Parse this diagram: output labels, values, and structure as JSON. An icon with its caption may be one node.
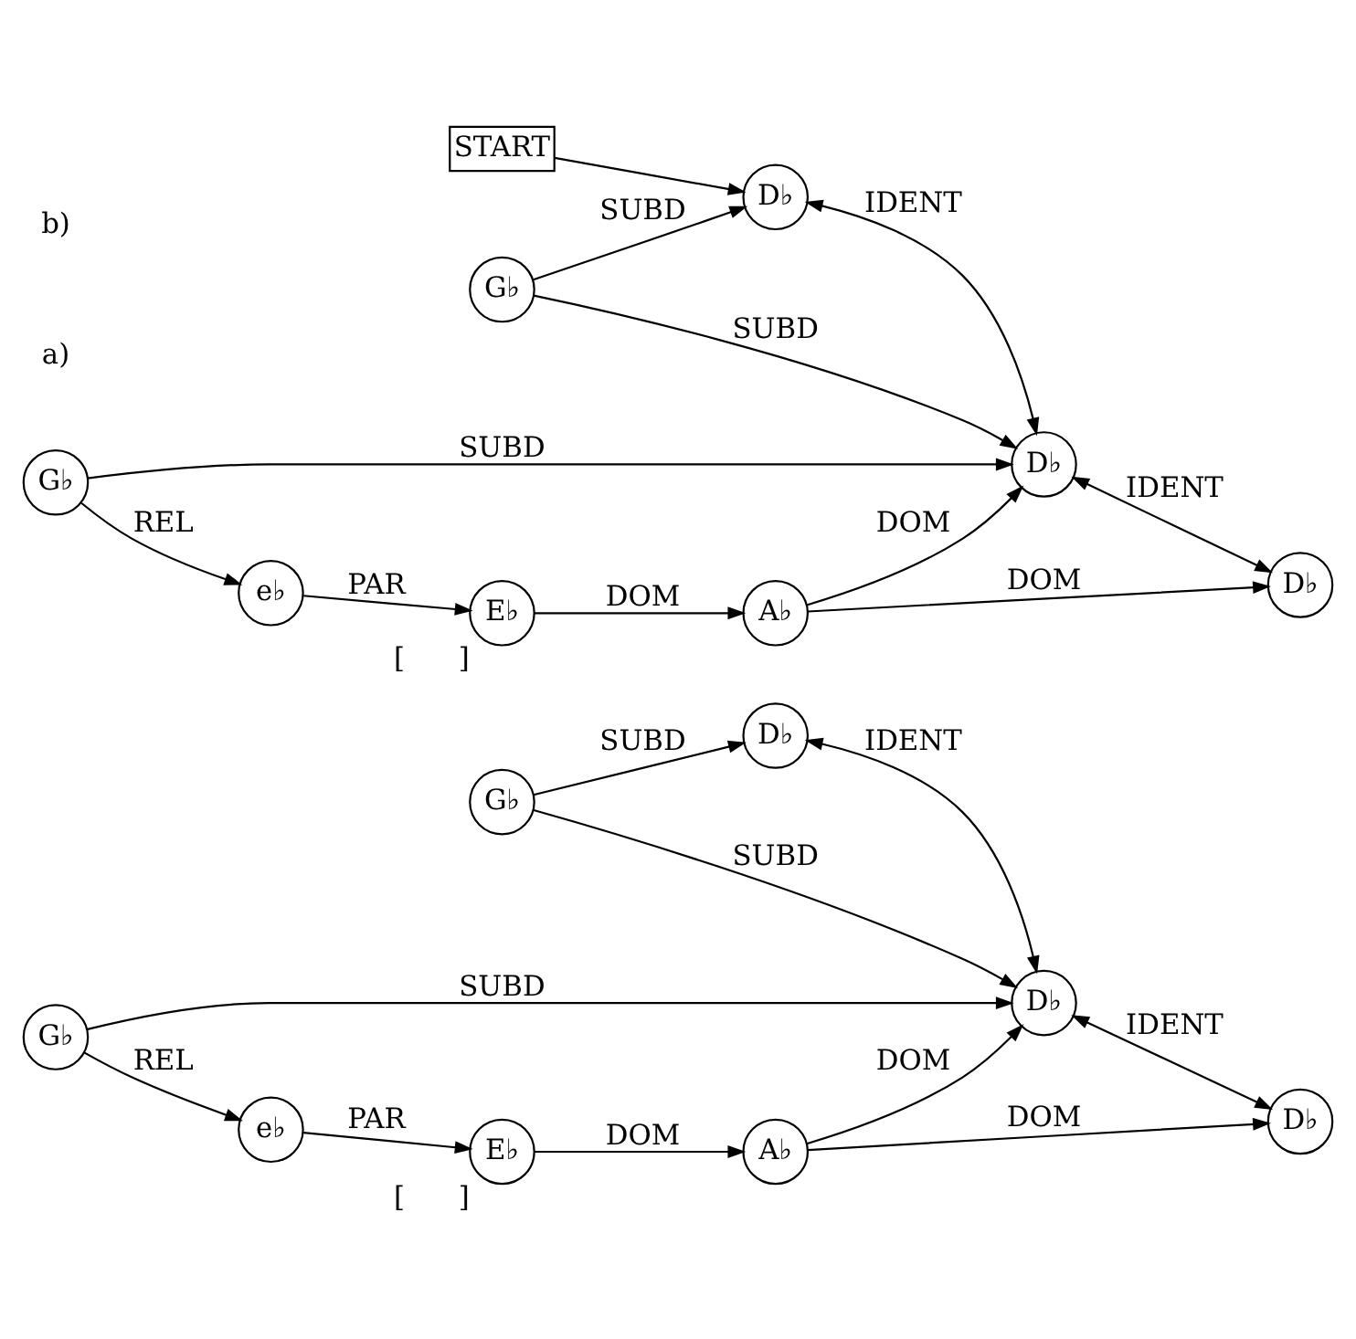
{
  "diagram": {
    "nodes": [
      {
        "text": [
          "D♭"
        ]
      },
      {
        "text": [
          "G♭"
        ]
      },
      {
        "text": [
          "D♭"
        ]
      },
      {
        "text": [
          "G♭"
        ]
      },
      {
        "text": [
          "e♭"
        ]
      },
      {
        "text": [
          "E♭"
        ],
        "beside": [
          "[",
          "]"
        ]
      },
      {
        "text": [
          "A♭"
        ]
      },
      {
        "text": [
          "D♭"
        ]
      },
      {
        "text": [
          "START"
        ]
      },
      {
        "text": [
          "D♭"
        ]
      },
      {
        "text": [
          "G♭"
        ]
      },
      {
        "text": [
          "D♭"
        ]
      },
      {
        "text": [
          "G♭"
        ]
      },
      {
        "text": [
          "e♭"
        ]
      },
      {
        "text": [
          "E♭"
        ],
        "beside": [
          "[",
          "]"
        ]
      },
      {
        "text": [
          "A♭"
        ]
      },
      {
        "text": [
          "D♭"
        ]
      }
    ],
    "edges": [
      {
        "from": 0,
        "to": 2,
        "arrow": "both",
        "label": "IDENT"
      },
      {
        "from": 1,
        "to": 0,
        "arrow": "to",
        "label": "SUBD"
      },
      {
        "from": 1,
        "to": 2,
        "arrow": "to",
        "label": "SUBD"
      },
      {
        "from": 2,
        "to": 7,
        "arrow": "both",
        "label": "IDENT"
      },
      {
        "from": 3,
        "to": 2,
        "arrow": "to",
        "label": "SUBD"
      },
      {
        "from": 3,
        "to": 4,
        "arrow": "to",
        "label": "REL"
      },
      {
        "from": 4,
        "to": 5,
        "arrow": "to",
        "label": "PAR"
      },
      {
        "from": 5,
        "to": 6,
        "arrow": "to",
        "label": "DOM"
      },
      {
        "from": 6,
        "to": 7,
        "arrow": "to",
        "label": "DOM"
      },
      {
        "from": 6,
        "to": 2,
        "arrow": "to",
        "label": "DOM"
      },
      {
        "from": 8,
        "to": 9,
        "arrow": "to"
      },
      {
        "from": 10,
        "to": 9,
        "arrow": "to",
        "label": "SUBD"
      },
      {
        "from": 10,
        "to": 11,
        "arrow": "to",
        "label": "SUBD"
      },
      {
        "from": 9,
        "to": 11,
        "arrow": "both",
        "label": "IDENT"
      },
      {
        "from": 12,
        "to": 11,
        "arrow": "to",
        "label": "SUBD"
      },
      {
        "from": 12,
        "to": 13,
        "arrow": "to",
        "label": "REL"
      },
      {
        "from": 13,
        "to": 14,
        "arrow": "to",
        "label": "PAR"
      },
      {
        "from": 14,
        "to": 15,
        "arrow": "to",
        "label": "DOM"
      },
      {
        "from": 15,
        "to": 11,
        "arrow": "to",
        "label": "DOM"
      },
      {
        "from": 15,
        "to": 16,
        "arrow": "to",
        "label": "DOM"
      },
      {
        "from": 11,
        "to": 16,
        "arrow": "both",
        "label": "IDENT"
      }
    ],
    "labels": [
      "a)",
      "b)"
    ]
  }
}
